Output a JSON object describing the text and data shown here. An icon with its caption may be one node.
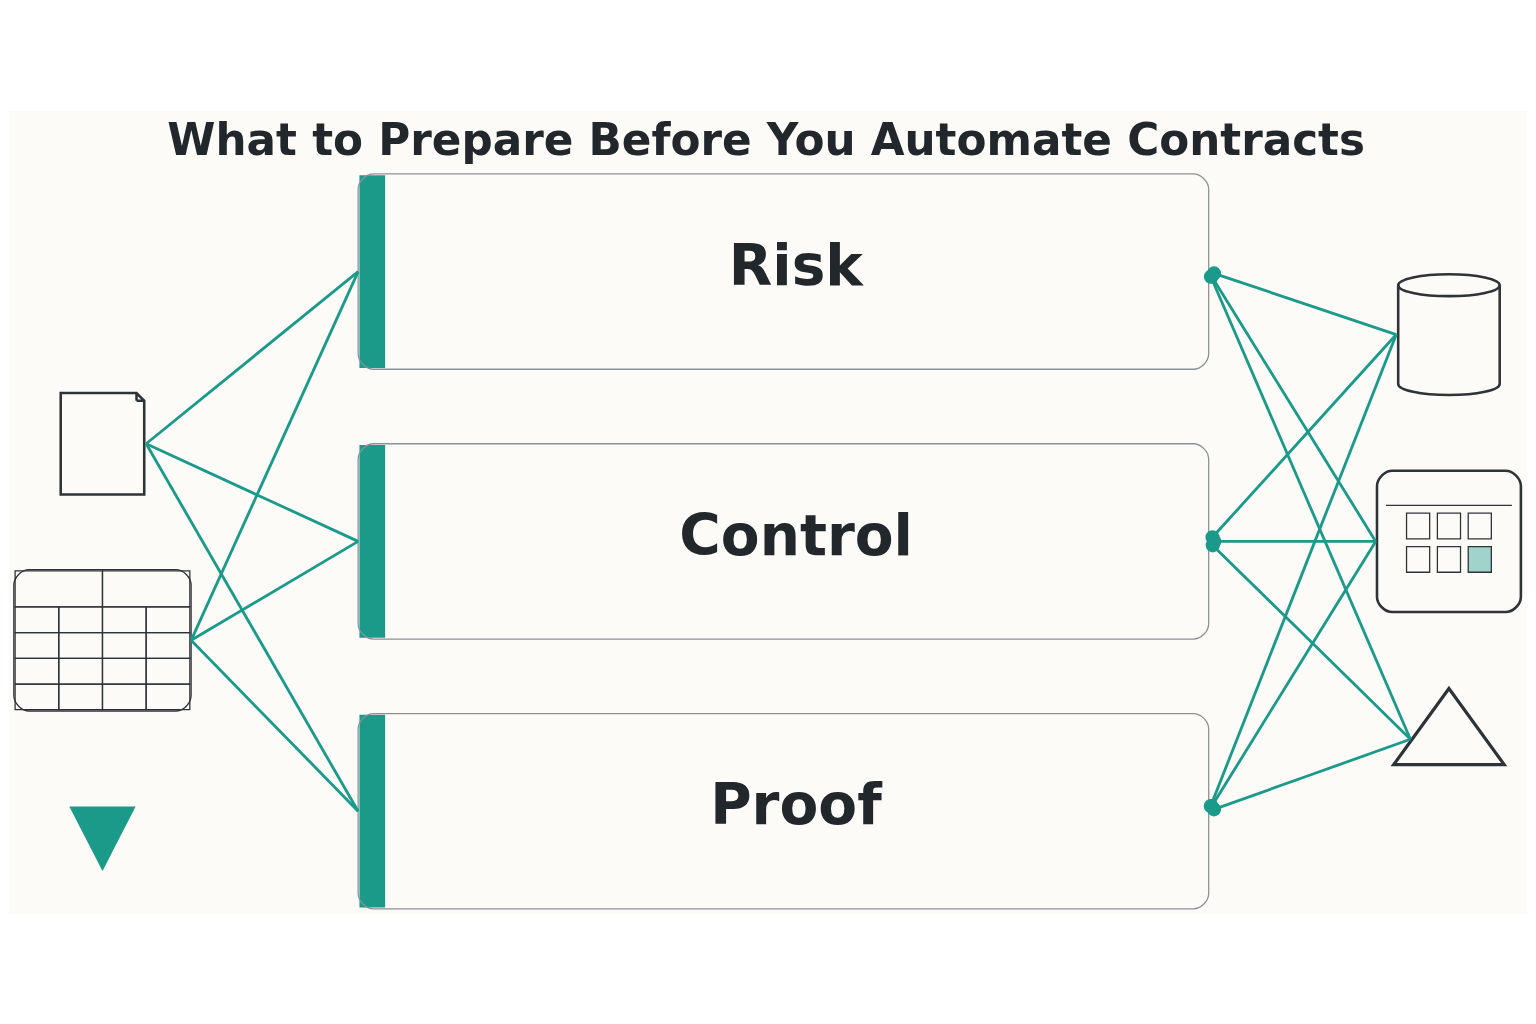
{
  "diagram": {
    "title": "What to Prepare Before You Automate Contracts",
    "nodes": [
      {
        "text": [],
        "shape": "document"
      },
      {
        "text": [
          "Risk"
        ]
      },
      {
        "text": [],
        "shape": "cylinder"
      },
      {
        "text": [],
        "shape": "table"
      },
      {
        "text": [
          "Control"
        ]
      },
      {
        "text": [],
        "shape": "calendar"
      },
      {
        "text": [],
        "shape": "pin"
      },
      {
        "text": [
          "Proof"
        ]
      },
      {
        "text": [],
        "shape": "triangle"
      }
    ],
    "edges": [
      {
        "from": 0,
        "to": 1,
        "arrow": "none"
      },
      {
        "from": 0,
        "to": 4,
        "arrow": "none"
      },
      {
        "from": 0,
        "to": 7,
        "arrow": "none"
      },
      {
        "from": 3,
        "to": 1,
        "arrow": "none"
      },
      {
        "from": 3,
        "to": 4,
        "arrow": "none"
      },
      {
        "from": 3,
        "to": 7,
        "arrow": "none"
      },
      {
        "from": 1,
        "to": 2,
        "arrow": "other"
      },
      {
        "from": 1,
        "to": 5,
        "arrow": "other"
      },
      {
        "from": 1,
        "to": 8,
        "arrow": "other"
      },
      {
        "from": 4,
        "to": 2,
        "arrow": "other"
      },
      {
        "from": 4,
        "to": 5,
        "arrow": "other"
      },
      {
        "from": 4,
        "to": 8,
        "arrow": "other"
      },
      {
        "from": 7,
        "to": 2,
        "arrow": "other"
      },
      {
        "from": 7,
        "to": 5,
        "arrow": "other"
      },
      {
        "from": 7,
        "to": 8,
        "arrow": "other"
      }
    ]
  }
}
